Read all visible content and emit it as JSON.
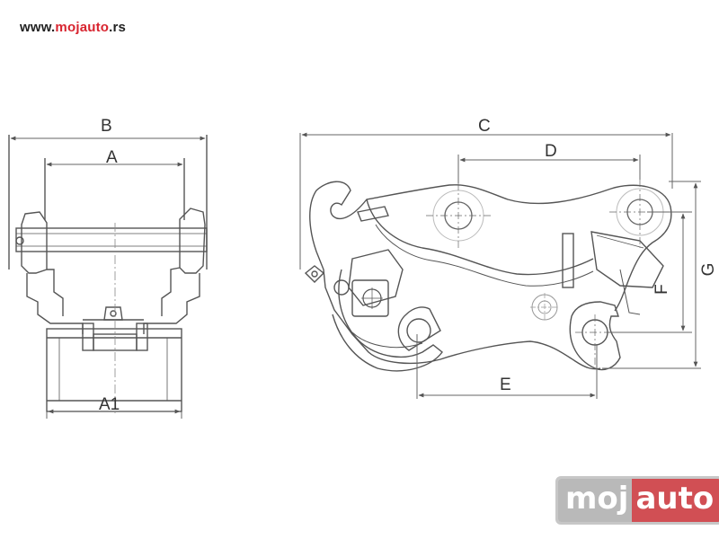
{
  "site": {
    "url_prefix": "www.",
    "url_brand": "mojauto",
    "url_suffix": ".rs",
    "brand_color": "#d8242f"
  },
  "labels": {
    "a": "A",
    "a1": "A1",
    "b": "B",
    "c": "C",
    "d": "D",
    "e": "E",
    "f": "F",
    "g": "G"
  },
  "watermark": {
    "part1": "moj",
    "part2": "auto",
    "part1_color": "#b9b9b9",
    "part2_color": "#d14f54"
  },
  "colors": {
    "line": "#555555",
    "dim_line": "#666666"
  }
}
